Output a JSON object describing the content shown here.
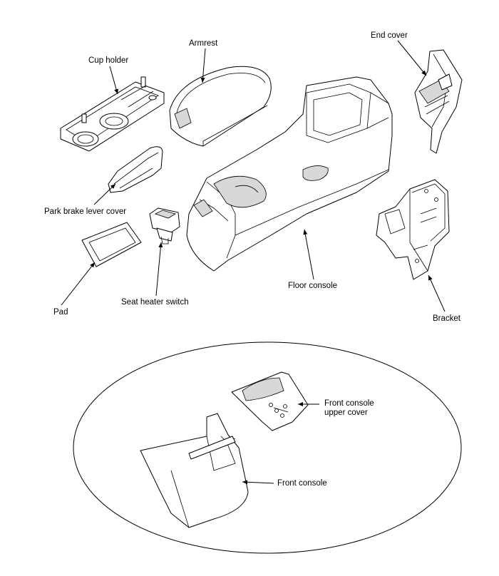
{
  "labels": {
    "cup_holder": "Cup holder",
    "armrest": "Armrest",
    "end_cover": "End cover",
    "park_brake_lever_cover": "Park brake lever cover",
    "pad": "Pad",
    "seat_heater_switch": "Seat heater switch",
    "floor_console": "Floor console",
    "bracket": "Bracket",
    "front_console_upper_cover_line1": "Front console",
    "front_console_upper_cover_line2": "upper cover",
    "front_console": "Front console"
  },
  "colors": {
    "line": "#000000",
    "background": "#ffffff"
  }
}
